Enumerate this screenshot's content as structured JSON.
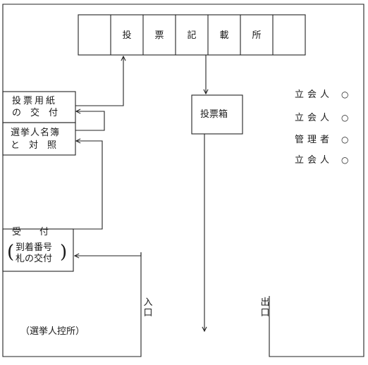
{
  "booths": {
    "labels": [
      "",
      "投",
      "票",
      "記",
      "載",
      "所",
      ""
    ]
  },
  "desk_ballot": {
    "line1": "投票用紙",
    "line2": "の　交　付"
  },
  "desk_register": {
    "line1": "選挙人名簿",
    "line2": "と　対　照"
  },
  "ballot_box": {
    "label": "投票箱"
  },
  "reception": {
    "line1": "受　　付",
    "line2": "到着番号",
    "line3": "札の交付"
  },
  "entrance": {
    "label": "入口"
  },
  "exit": {
    "label": "出口"
  },
  "waiting_area": {
    "label": "（選挙人控所）"
  },
  "officials": [
    {
      "title": "立会人",
      "mark": "○"
    },
    {
      "title": "立会人",
      "mark": "○"
    },
    {
      "title": "管理者",
      "mark": "○"
    },
    {
      "title": "立会人",
      "mark": "○"
    }
  ]
}
